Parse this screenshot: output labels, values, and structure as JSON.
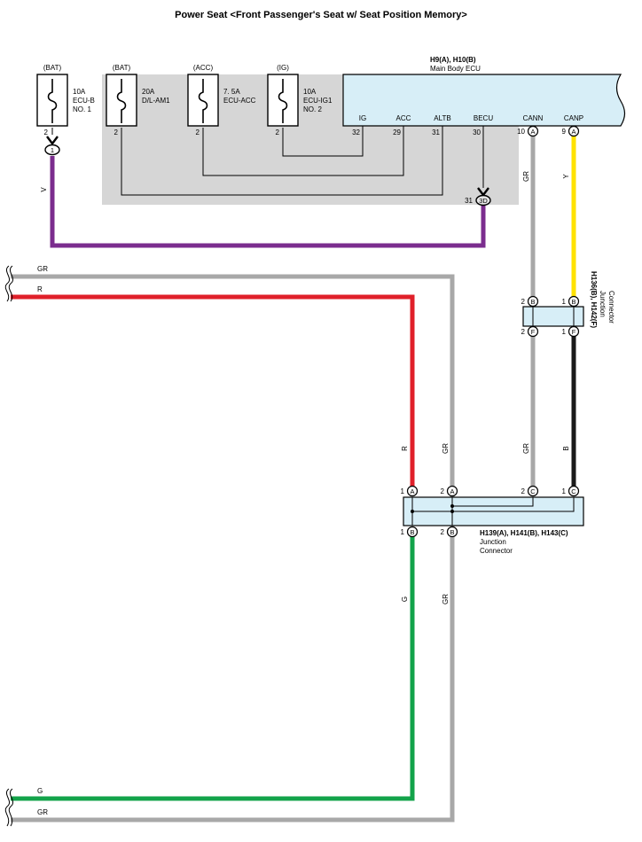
{
  "title": "Power Seat <Front Passenger's Seat w/ Seat Position Memory>",
  "colors": {
    "V": "#7b2d8e",
    "GR": "#a8a8a8",
    "R": "#e0202a",
    "G": "#13a34a",
    "Y": "#ffe200",
    "B": "#1a1a1a",
    "ecu_fill": "#d7eef7",
    "relay_area": "#d6d6d6"
  },
  "fuses": [
    {
      "source": "(BAT)",
      "rating": "10A",
      "name1": "ECU-B",
      "name2": "NO. 1",
      "pin": "2"
    },
    {
      "source": "(BAT)",
      "rating": "20A",
      "name1": "D/L-AM1",
      "name2": "",
      "pin": "2"
    },
    {
      "source": "(ACC)",
      "rating": "7. 5A",
      "name1": "ECU-ACC",
      "name2": "",
      "pin": "2"
    },
    {
      "source": "(IG)",
      "rating": "10A",
      "name1": "ECU-IG1",
      "name2": "NO. 2",
      "pin": "2"
    }
  ],
  "ecu": {
    "code": "H9(A), H10(B)",
    "name": "Main Body ECU",
    "terminals": [
      {
        "name": "IG",
        "pin": "32"
      },
      {
        "name": "ACC",
        "pin": "29"
      },
      {
        "name": "ALTB",
        "pin": "31"
      },
      {
        "name": "BECU",
        "pin": "30"
      },
      {
        "name": "CANN",
        "pin": "10",
        "conn": "A"
      },
      {
        "name": "CANP",
        "pin": "9",
        "conn": "A"
      }
    ]
  },
  "splice_1": {
    "label": "1"
  },
  "splice_3d": {
    "pin": "31",
    "label": "3D"
  },
  "junction_upper": {
    "code": "H136(B), H142(F)",
    "name1": "Junction",
    "name2": "Connector",
    "pins": [
      {
        "num": "2",
        "conn": "B"
      },
      {
        "num": "1",
        "conn": "B"
      },
      {
        "num": "2",
        "conn": "F"
      },
      {
        "num": "1",
        "conn": "F"
      }
    ]
  },
  "junction_lower": {
    "code": "H139(A), H141(B), H143(C)",
    "name1": "Junction",
    "name2": "Connector",
    "pins_top": [
      {
        "num": "1",
        "conn": "A"
      },
      {
        "num": "2",
        "conn": "A"
      },
      {
        "num": "2",
        "conn": "C"
      },
      {
        "num": "1",
        "conn": "C"
      }
    ],
    "pins_bottom": [
      {
        "num": "1",
        "conn": "B"
      },
      {
        "num": "2",
        "conn": "B"
      }
    ]
  },
  "wire_labels": {
    "v": "V",
    "gr_top": "GR",
    "r_top": "R",
    "gr_cann": "GR",
    "y_canp": "Y",
    "r_mid": "R",
    "gr_mid1": "GR",
    "gr_mid2": "GR",
    "b_mid": "B",
    "g_low": "G",
    "gr_low": "GR",
    "g_bottom": "G",
    "gr_bottom": "GR"
  }
}
